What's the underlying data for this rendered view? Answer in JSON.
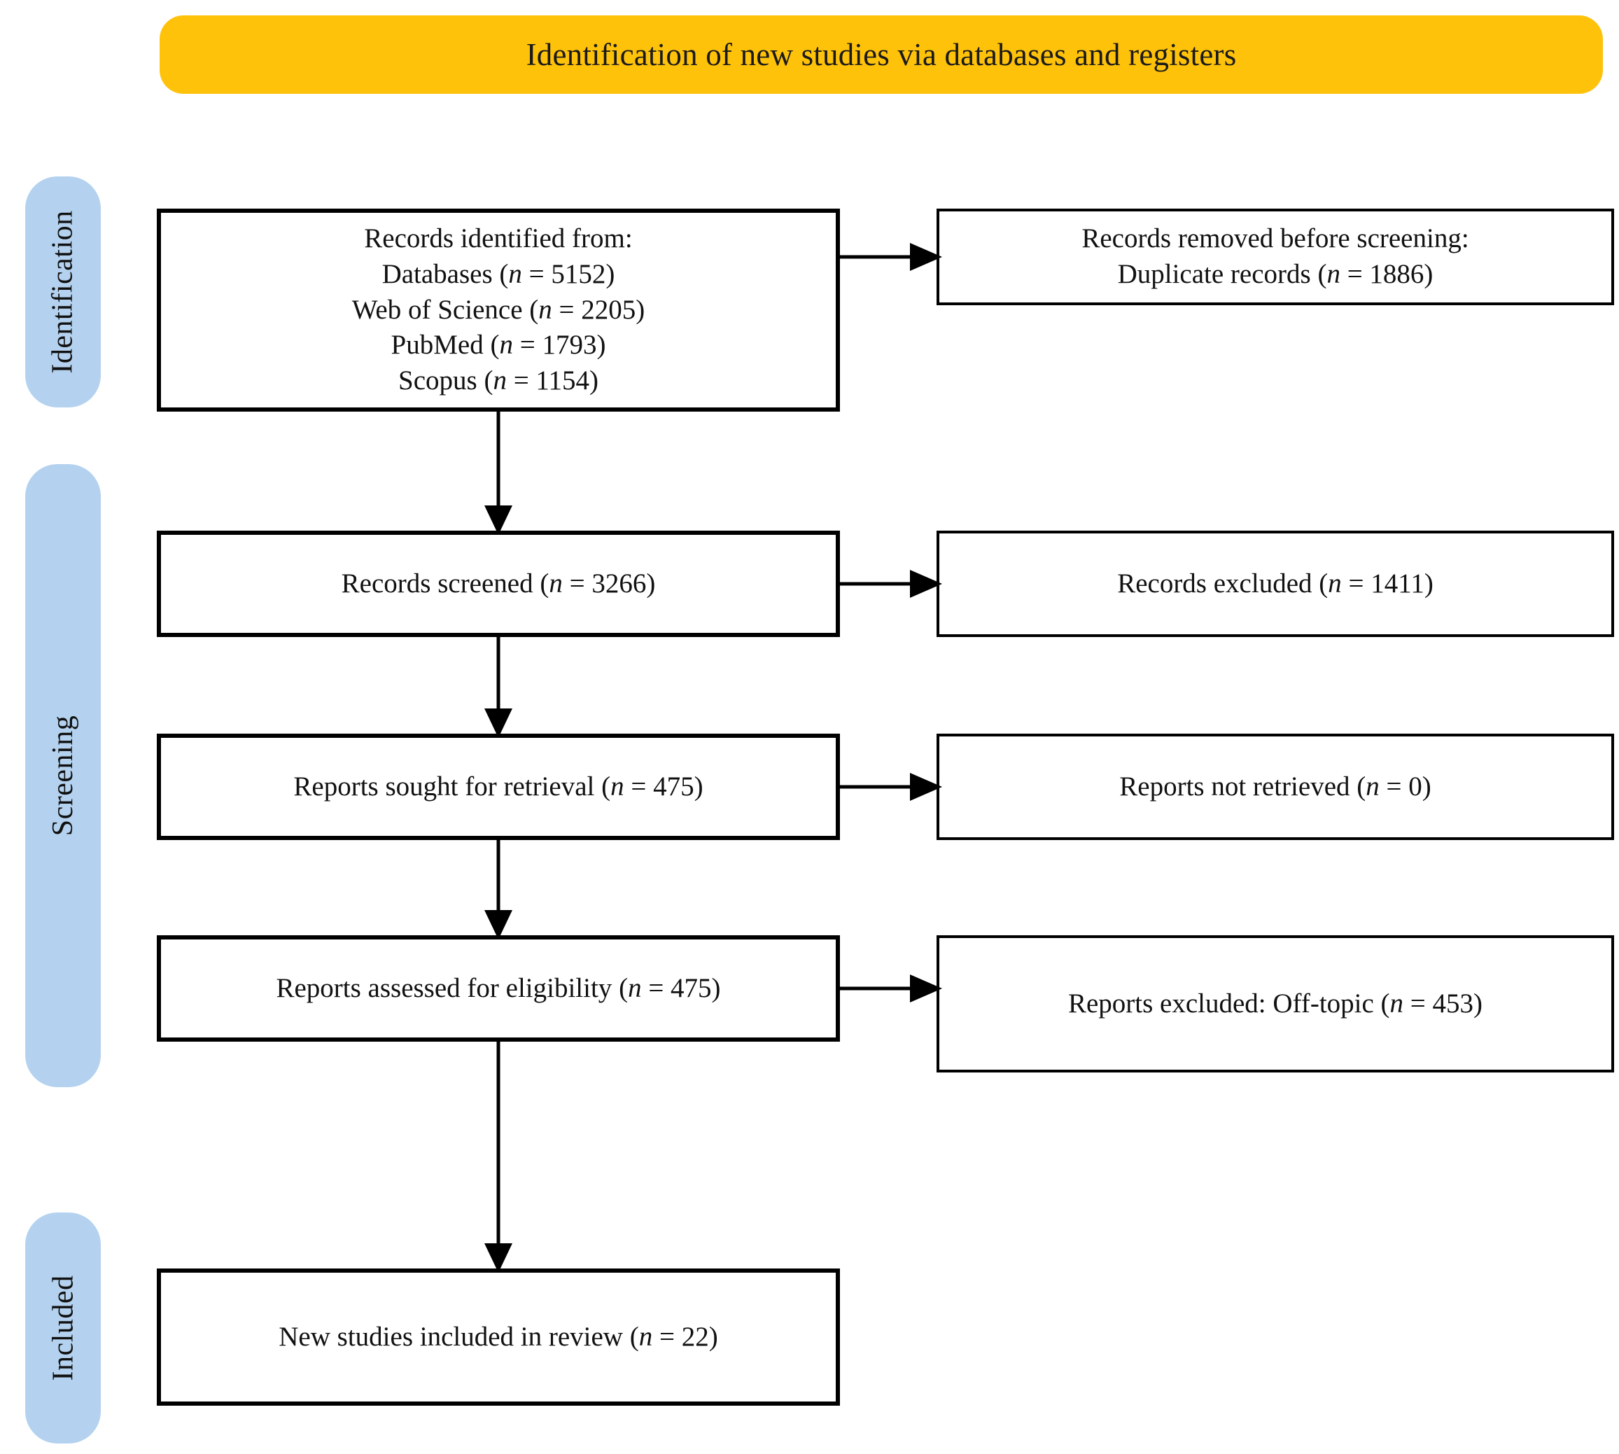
{
  "banner": {
    "title": "Identification of new studies via databases and registers",
    "color": "#FFC20A"
  },
  "stages": {
    "color": "#B4D2EF",
    "items": [
      {
        "id": "identification",
        "label": "Identification"
      },
      {
        "id": "screening",
        "label": "Screening"
      },
      {
        "id": "included",
        "label": "Included"
      }
    ]
  },
  "boxes": {
    "identified": {
      "lines": [
        "Records identified from:",
        "Databases (n = 5152)",
        "Web of Science (n = 2205)",
        "PubMed (n = 1793)",
        "Scopus (n = 1154)"
      ],
      "label": "Records identified from:",
      "counts": {
        "databases": 5152,
        "web_of_science": 2205,
        "pubmed": 1793,
        "scopus": 1154
      }
    },
    "removed": {
      "lines": [
        "Records removed before screening:",
        "Duplicate records (n = 1886)"
      ],
      "label": "Records removed before screening:",
      "counts": {
        "duplicate_records": 1886
      }
    },
    "screened": {
      "lines": [
        "Records screened (n = 3266)"
      ],
      "label": "Records screened",
      "count": 3266
    },
    "excluded": {
      "lines": [
        "Records excluded (n = 1411)"
      ],
      "label": "Records excluded",
      "count": 1411
    },
    "sought": {
      "lines": [
        "Reports sought for retrieval (n = 475)"
      ],
      "label": "Reports sought for retrieval",
      "count": 475
    },
    "not_retrieved": {
      "lines": [
        "Reports not retrieved (n = 0)"
      ],
      "label": "Reports not retrieved",
      "count": 0
    },
    "assessed": {
      "lines": [
        "Reports assessed for eligibility (n = 475)"
      ],
      "label": "Reports assessed for eligibility",
      "count": 475
    },
    "off_topic": {
      "lines": [
        "Reports excluded: Off-topic (n = 453)"
      ],
      "label": "Reports excluded: Off-topic",
      "count": 453
    },
    "included": {
      "lines": [
        "New studies included in review (n = 22)"
      ],
      "label": "New studies included in review",
      "count": 22
    }
  },
  "connectors": [
    {
      "id": "identified-to-removed",
      "from": "identified",
      "to": "removed",
      "direction": "right"
    },
    {
      "id": "identified-to-screened",
      "from": "identified",
      "to": "screened",
      "direction": "down"
    },
    {
      "id": "screened-to-excluded",
      "from": "screened",
      "to": "excluded",
      "direction": "right"
    },
    {
      "id": "screened-to-sought",
      "from": "screened",
      "to": "sought",
      "direction": "down"
    },
    {
      "id": "sought-to-notretrieved",
      "from": "sought",
      "to": "not_retrieved",
      "direction": "right"
    },
    {
      "id": "sought-to-assessed",
      "from": "sought",
      "to": "assessed",
      "direction": "down"
    },
    {
      "id": "assessed-to-offtopic",
      "from": "assessed",
      "to": "off_topic",
      "direction": "right"
    },
    {
      "id": "assessed-to-included",
      "from": "assessed",
      "to": "included",
      "direction": "down"
    }
  ]
}
